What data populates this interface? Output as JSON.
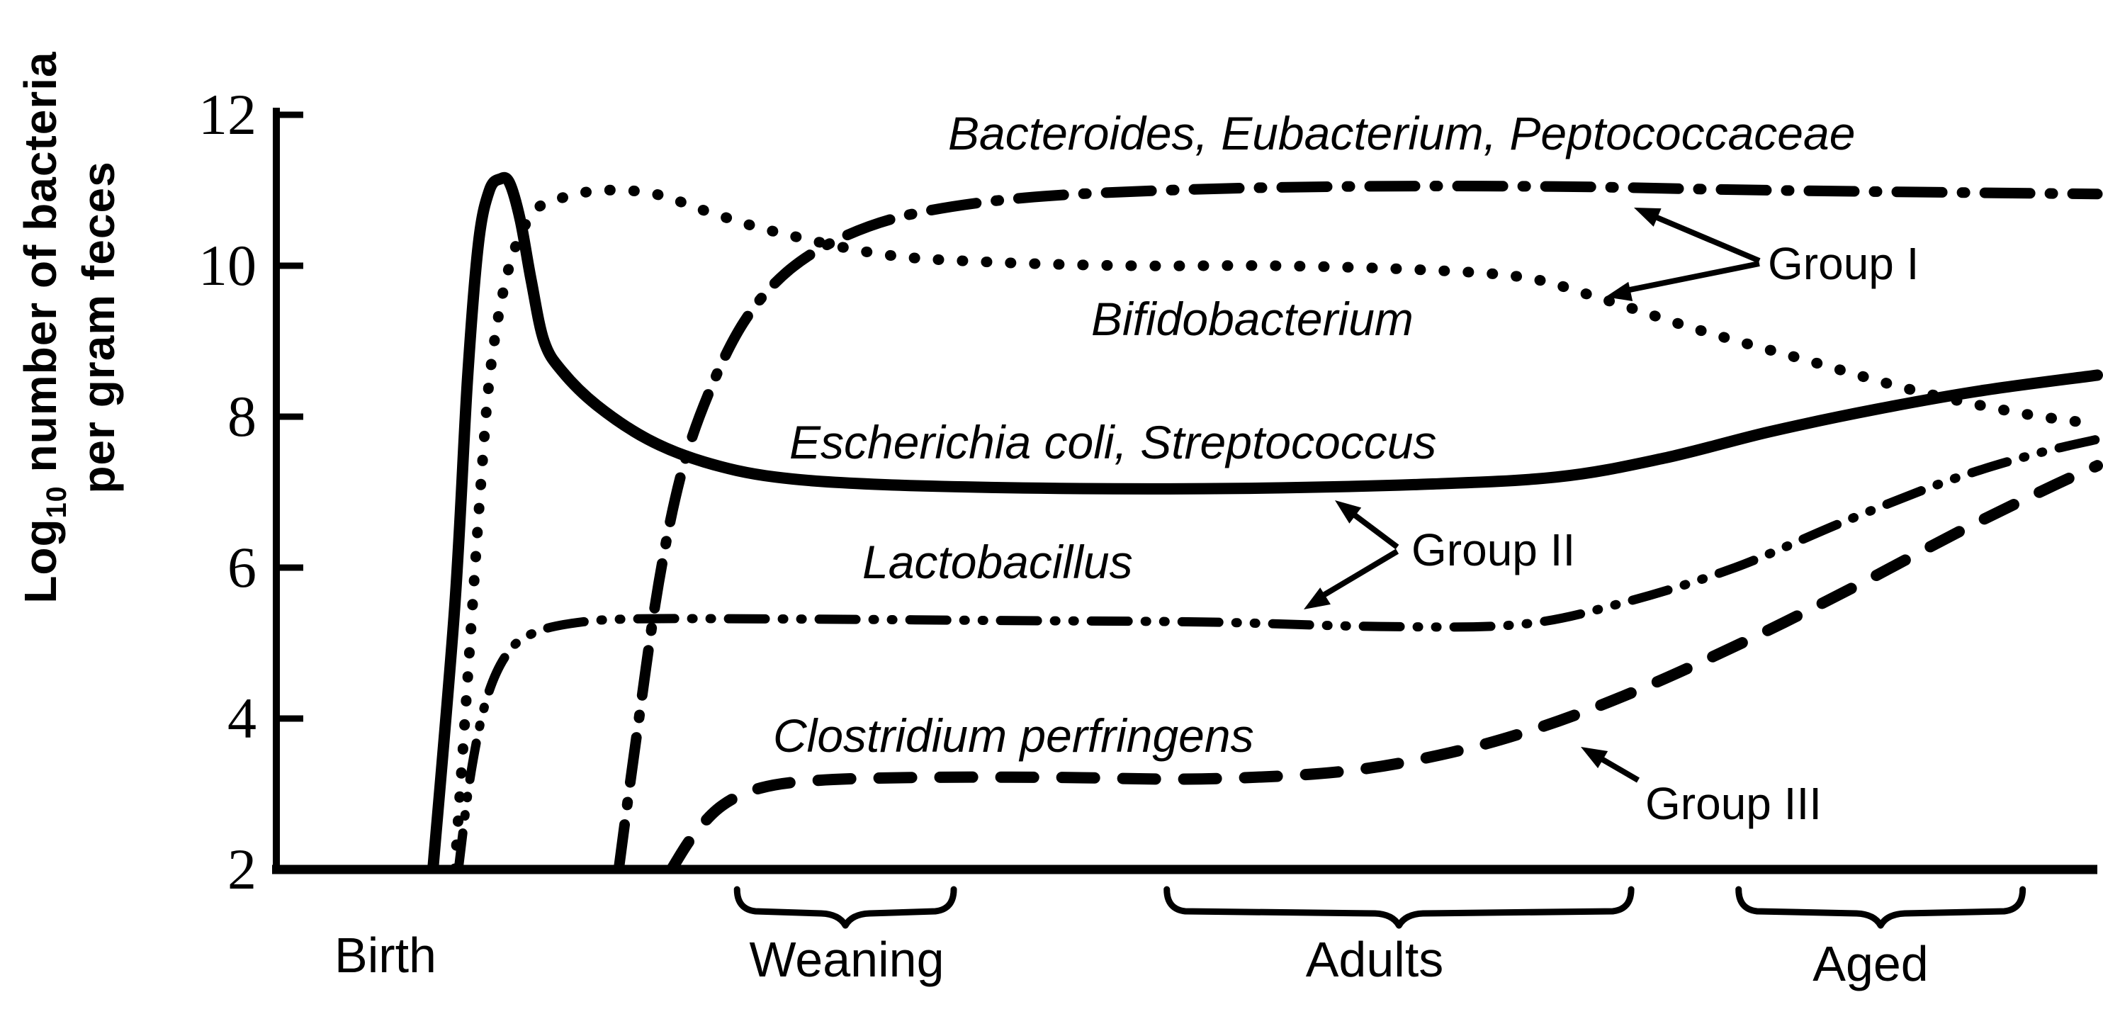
{
  "colors": {
    "ink": "#000000",
    "background": "#ffffff"
  },
  "y_axis": {
    "title_prefix": "Log",
    "title_subscript": "10",
    "title_line1_rest": " number of bacteria",
    "title_line2": "per gram feces"
  },
  "chart_data": {
    "type": "line",
    "title": "",
    "xlabel": "",
    "ylabel": "Log10 number of bacteria per gram feces",
    "ylim": [
      2,
      12
    ],
    "yticks": [
      12,
      10,
      8,
      6,
      4,
      2
    ],
    "grid": false,
    "legend": "inline italic labels next to each curve; x axis is life stage from birth to old age (x given as fraction 0-1 of axis length)",
    "stages": [
      {
        "label": "Birth",
        "center": 0.06,
        "brace": null
      },
      {
        "label": "Weaning",
        "center": 0.313,
        "brace": [
          0.253,
          0.372
        ]
      },
      {
        "label": "Adults",
        "center": 0.603,
        "brace": [
          0.489,
          0.744
        ]
      },
      {
        "label": "Aged",
        "center": 0.875,
        "brace": [
          0.803,
          0.959
        ]
      }
    ],
    "groups": [
      {
        "label": "Group I",
        "members": [
          "Bacteroides, Eubacterium, Peptococcaceae",
          "Bifidobacterium"
        ]
      },
      {
        "label": "Group II",
        "members": [
          "Escherichia coli, Streptococcus",
          "Lactobacillus"
        ]
      },
      {
        "label": "Group III",
        "members": [
          "Clostridium perfringens"
        ]
      }
    ],
    "series": [
      {
        "name": "Bacteroides, Eubacterium, Peptococcaceae",
        "group": "Group I",
        "style": "dash-dot",
        "points": [
          [
            0.188,
            2.0
          ],
          [
            0.198,
            3.8
          ],
          [
            0.21,
            5.8
          ],
          [
            0.223,
            7.3
          ],
          [
            0.239,
            8.4
          ],
          [
            0.258,
            9.3
          ],
          [
            0.282,
            9.95
          ],
          [
            0.313,
            10.4
          ],
          [
            0.352,
            10.7
          ],
          [
            0.411,
            10.9
          ],
          [
            0.489,
            11.0
          ],
          [
            0.586,
            11.05
          ],
          [
            0.703,
            11.05
          ],
          [
            0.82,
            11.0
          ],
          [
            1.0,
            10.95
          ]
        ]
      },
      {
        "name": "Bifidobacterium",
        "group": "Group I",
        "style": "dotted",
        "points": [
          [
            0.098,
            2.0
          ],
          [
            0.105,
            4.5
          ],
          [
            0.112,
            7.0
          ],
          [
            0.118,
            8.7
          ],
          [
            0.128,
            10.0
          ],
          [
            0.141,
            10.7
          ],
          [
            0.157,
            10.9
          ],
          [
            0.18,
            11.0
          ],
          [
            0.208,
            10.95
          ],
          [
            0.239,
            10.7
          ],
          [
            0.274,
            10.45
          ],
          [
            0.333,
            10.15
          ],
          [
            0.391,
            10.05
          ],
          [
            0.469,
            10.0
          ],
          [
            0.547,
            10.0
          ],
          [
            0.625,
            9.95
          ],
          [
            0.684,
            9.85
          ],
          [
            0.723,
            9.6
          ],
          [
            0.781,
            9.15
          ],
          [
            0.84,
            8.75
          ],
          [
            0.899,
            8.35
          ],
          [
            0.957,
            8.05
          ],
          [
            1.0,
            7.9
          ]
        ]
      },
      {
        "name": "Escherichia coli, Streptococcus",
        "group": "Group II",
        "style": "solid",
        "points": [
          [
            0.086,
            2.0
          ],
          [
            0.098,
            5.5
          ],
          [
            0.105,
            8.5
          ],
          [
            0.111,
            10.3
          ],
          [
            0.117,
            11.0
          ],
          [
            0.123,
            11.15
          ],
          [
            0.128,
            11.1
          ],
          [
            0.134,
            10.6
          ],
          [
            0.14,
            9.8
          ],
          [
            0.147,
            9.0
          ],
          [
            0.157,
            8.6
          ],
          [
            0.176,
            8.15
          ],
          [
            0.204,
            7.7
          ],
          [
            0.235,
            7.4
          ],
          [
            0.274,
            7.2
          ],
          [
            0.333,
            7.1
          ],
          [
            0.43,
            7.05
          ],
          [
            0.528,
            7.05
          ],
          [
            0.625,
            7.1
          ],
          [
            0.703,
            7.2
          ],
          [
            0.762,
            7.45
          ],
          [
            0.82,
            7.8
          ],
          [
            0.879,
            8.1
          ],
          [
            0.938,
            8.35
          ],
          [
            1.0,
            8.55
          ]
        ]
      },
      {
        "name": "Lactobacillus",
        "group": "Group II",
        "style": "dash-dot-dot",
        "points": [
          [
            0.1,
            2.0
          ],
          [
            0.107,
            3.3
          ],
          [
            0.116,
            4.3
          ],
          [
            0.128,
            4.9
          ],
          [
            0.143,
            5.15
          ],
          [
            0.165,
            5.27
          ],
          [
            0.196,
            5.32
          ],
          [
            0.274,
            5.32
          ],
          [
            0.391,
            5.3
          ],
          [
            0.508,
            5.28
          ],
          [
            0.606,
            5.22
          ],
          [
            0.684,
            5.25
          ],
          [
            0.742,
            5.55
          ],
          [
            0.801,
            6.0
          ],
          [
            0.86,
            6.6
          ],
          [
            0.918,
            7.15
          ],
          [
            0.965,
            7.5
          ],
          [
            1.0,
            7.7
          ]
        ]
      },
      {
        "name": "Clostridium perfringens",
        "group": "Group III",
        "style": "dashed",
        "points": [
          [
            0.217,
            2.0
          ],
          [
            0.229,
            2.45
          ],
          [
            0.245,
            2.85
          ],
          [
            0.266,
            3.08
          ],
          [
            0.297,
            3.18
          ],
          [
            0.352,
            3.22
          ],
          [
            0.43,
            3.22
          ],
          [
            0.508,
            3.2
          ],
          [
            0.586,
            3.3
          ],
          [
            0.645,
            3.55
          ],
          [
            0.696,
            3.9
          ],
          [
            0.75,
            4.4
          ],
          [
            0.809,
            5.05
          ],
          [
            0.867,
            5.75
          ],
          [
            0.926,
            6.5
          ],
          [
            0.977,
            7.1
          ],
          [
            1.0,
            7.35
          ]
        ]
      }
    ]
  }
}
